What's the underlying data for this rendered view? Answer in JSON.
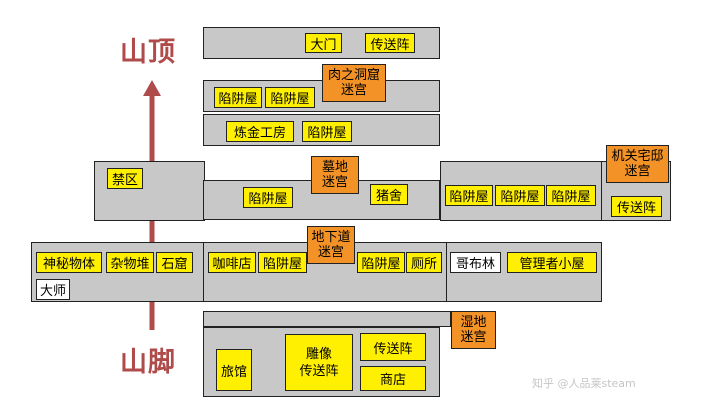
{
  "labels": {
    "top": "山顶",
    "bottom": "山脚"
  },
  "colors": {
    "room": "#ffef00",
    "dungeon": "#f39226",
    "tier": "#c8c8c8",
    "arrow": "#b04b4b"
  },
  "watermark": "知乎 @人品莱steam",
  "rooms": {
    "gate": "大门",
    "teleport_top": "传送阵",
    "trap_a": "陷阱屋",
    "trap_b": "陷阱屋",
    "alchemy": "炼金工房",
    "trap_c": "陷阱屋",
    "forbidden": "禁区",
    "trap_d": "陷阱屋",
    "pigsty": "猪舍",
    "trap_e": "陷阱屋",
    "trap_f": "陷阱屋",
    "trap_g": "陷阱屋",
    "teleport_mansion": "传送阵",
    "mystery_creature": "神秘物体",
    "storage": "杂物堆",
    "stone_cave": "石窟",
    "master": "大师",
    "cafe": "咖啡店",
    "trap_h": "陷阱屋",
    "trap_i": "陷阱屋",
    "toilet": "厕所",
    "goblin": "哥布林",
    "keeper_hut": "管理者小屋",
    "inn": "旅馆",
    "statue_teleport": "雕像\n传送阵",
    "teleport_bottom": "传送阵",
    "shop": "商店"
  },
  "dungeons": {
    "meat_cave": "肉之洞窟\n迷宫",
    "tomb": "墓地\n迷宫",
    "mansion": "机关宅邸\n迷宫",
    "underground": "地下道\n迷宫",
    "swamp": "湿地\n迷宫"
  }
}
